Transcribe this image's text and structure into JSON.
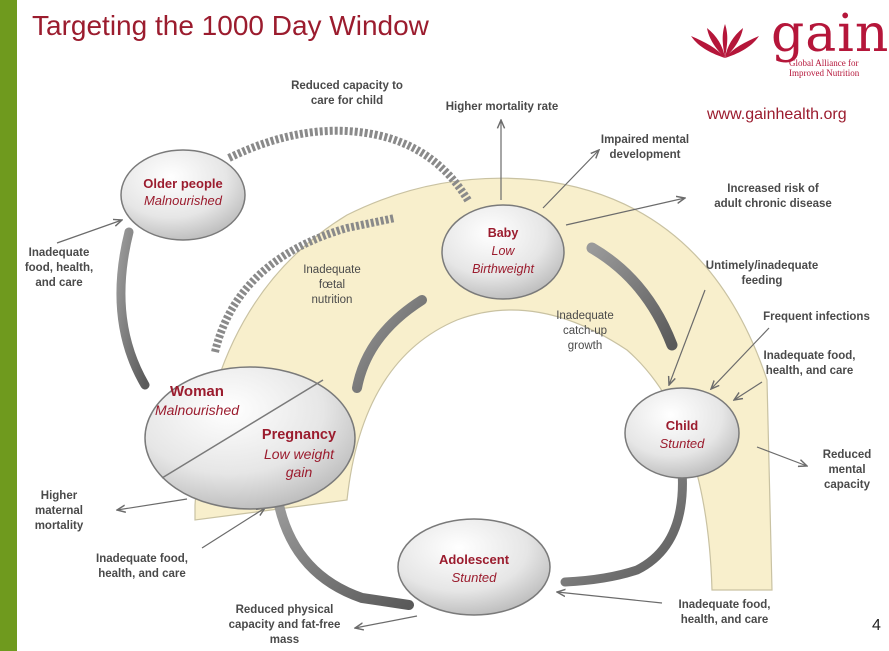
{
  "title": "Targeting the 1000 Day Window",
  "logo": {
    "word": "gain",
    "subtitle_line1": "Global Alliance for",
    "subtitle_line2": "Improved Nutrition"
  },
  "website": "www.gainhealth.org",
  "page_number": "4",
  "nodes": {
    "older_people": {
      "title": "Older people",
      "subtitle": "Malnourished"
    },
    "baby": {
      "title": "Baby",
      "subtitle_line1": "Low",
      "subtitle_line2": "Birthweight"
    },
    "woman": {
      "title": "Woman",
      "subtitle": "Malnourished"
    },
    "pregnancy": {
      "title": "Pregnancy",
      "subtitle_line1": "Low weight",
      "subtitle_line2": "gain"
    },
    "child": {
      "title": "Child",
      "subtitle": "Stunted"
    },
    "adolescent": {
      "title": "Adolescent",
      "subtitle": "Stunted"
    }
  },
  "labels": {
    "reduced_capacity_care": [
      "Reduced capacity to",
      "care for child"
    ],
    "higher_mortality": [
      "Higher mortality rate"
    ],
    "impaired_mental": [
      "Impaired mental",
      "development"
    ],
    "chronic_disease": [
      "Increased risk of",
      "adult chronic disease"
    ],
    "inadequate_fhc_left": [
      "Inadequate",
      "food, health,",
      "and care"
    ],
    "fetal_nutrition": [
      "Inadequate",
      "fœtal",
      "nutrition"
    ],
    "catch_up": [
      "Inadequate",
      "catch-up",
      "growth"
    ],
    "feeding": [
      "Untimely/inadequate",
      "feeding"
    ],
    "infections": [
      "Frequent infections"
    ],
    "inadequate_fhc_right": [
      "Inadequate food,",
      "health, and care"
    ],
    "reduced_mental": [
      "Reduced",
      "mental",
      "capacity"
    ],
    "maternal_mortality": [
      "Higher",
      "maternal",
      "mortality"
    ],
    "inadequate_fhc_bottom_left": [
      "Inadequate food,",
      "health, and care"
    ],
    "inadequate_fhc_bottom_right": [
      "Inadequate food,",
      "health, and care"
    ],
    "reduced_physical": [
      "Reduced physical",
      "capacity and fat-free",
      "mass"
    ]
  },
  "colors": {
    "title": "#9b1c2e",
    "band": "#f8efcc",
    "frame": "#6f9a1e",
    "arrow": "#6b6b6b"
  }
}
